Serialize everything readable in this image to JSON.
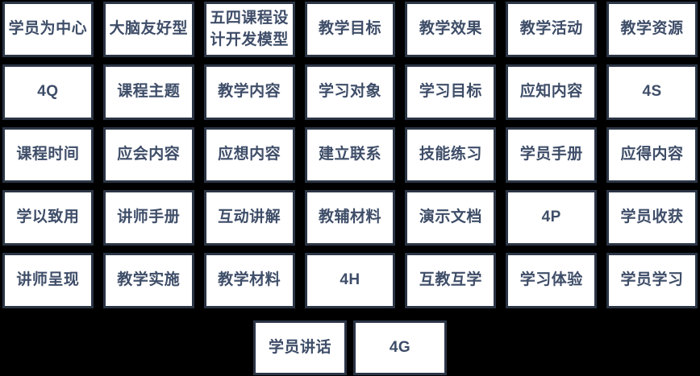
{
  "colors": {
    "background": "#000000",
    "card_fill": "#ffffff",
    "card_border": "#2b3545",
    "card_text": "#3e4d68"
  },
  "grid": {
    "rows": [
      [
        "学员为中心",
        "大脑友好型",
        "五四课程设计开发模型",
        "教学目标",
        "教学效果",
        "教学活动",
        "教学资源"
      ],
      [
        "4Q",
        "课程主题",
        "教学内容",
        "学习对象",
        "学习目标",
        "应知内容",
        "4S"
      ],
      [
        "课程时间",
        "应会内容",
        "应想内容",
        "建立联系",
        "技能练习",
        "学员手册",
        "应得内容"
      ],
      [
        "学以致用",
        "讲师手册",
        "互动讲解",
        "教辅材料",
        "演示文档",
        "4P",
        "学员收获"
      ],
      [
        "讲师呈现",
        "教学实施",
        "教学材料",
        "4H",
        "互教互学",
        "学习体验",
        "学员学习"
      ]
    ],
    "bottom_row": [
      "学员讲话",
      "4G"
    ]
  }
}
